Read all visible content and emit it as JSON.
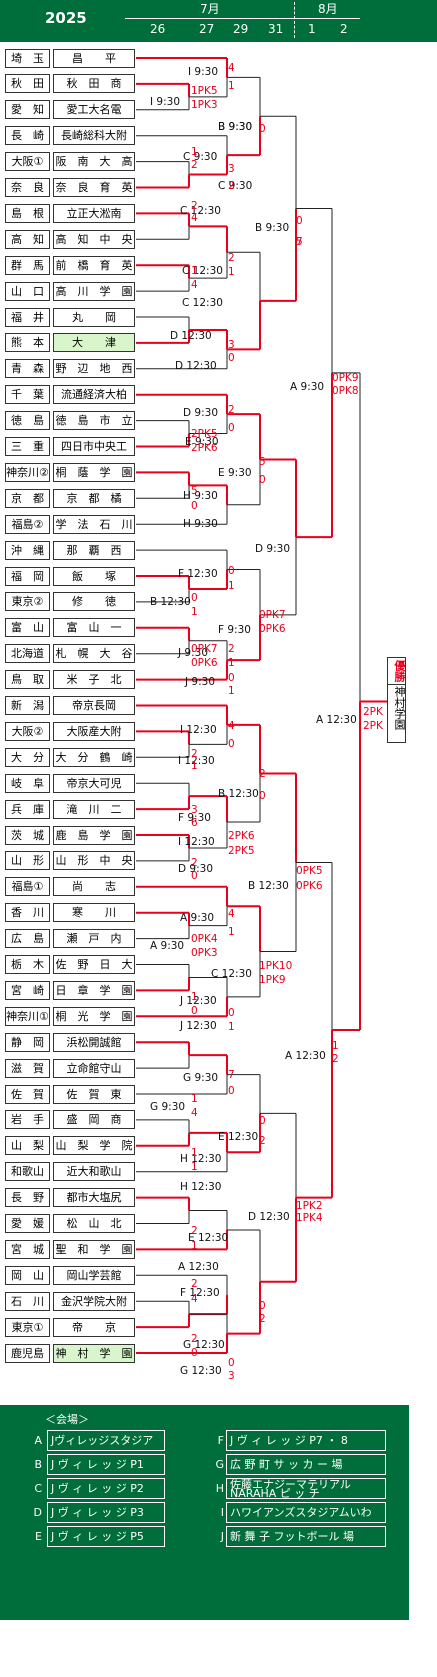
{
  "header": {
    "year": "2025",
    "month_july": "7月",
    "month_aug": "8月",
    "days": [
      "26",
      "27",
      "29",
      "31",
      "1",
      "2"
    ]
  },
  "colors": {
    "header_bg": "#006e3a",
    "line_red": "#e8001c",
    "winner_bg": "#d8f5cc"
  },
  "teams": [
    {
      "pref": "埼　玉",
      "school": "昌　　平",
      "win": false
    },
    {
      "pref": "秋　田",
      "school": "秋　田　商",
      "win": false
    },
    {
      "pref": "愛　知",
      "school": "愛工大名電",
      "win": false
    },
    {
      "pref": "長　崎",
      "school": "長崎総科大附",
      "win": false
    },
    {
      "pref": "大阪①",
      "school": "阪　南　大　高",
      "win": false
    },
    {
      "pref": "奈　良",
      "school": "奈　良　育　英",
      "win": false
    },
    {
      "pref": "島　根",
      "school": "立正大淞南",
      "win": false
    },
    {
      "pref": "高　知",
      "school": "高　知　中　央",
      "win": false
    },
    {
      "pref": "群　馬",
      "school": "前　橋　育　英",
      "win": false
    },
    {
      "pref": "山　口",
      "school": "高　川　学　園",
      "win": false
    },
    {
      "pref": "福　井",
      "school": "丸　　岡",
      "win": false
    },
    {
      "pref": "熊　本",
      "school": "大　　津",
      "win": true
    },
    {
      "pref": "青　森",
      "school": "野　辺　地　西",
      "win": false
    },
    {
      "pref": "千　葉",
      "school": "流通経済大柏",
      "win": false
    },
    {
      "pref": "徳　島",
      "school": "徳　島　市　立",
      "win": false
    },
    {
      "pref": "三　重",
      "school": "四日市中央工",
      "win": false
    },
    {
      "pref": "神奈川②",
      "school": "桐　蔭　学　園",
      "win": false
    },
    {
      "pref": "京　都",
      "school": "京　都　橘",
      "win": false
    },
    {
      "pref": "福島②",
      "school": "学　法　石　川",
      "win": false
    },
    {
      "pref": "沖　縄",
      "school": "那　覇　西",
      "win": false
    },
    {
      "pref": "福　岡",
      "school": "飯　　塚",
      "win": false
    },
    {
      "pref": "東京②",
      "school": "修　　徳",
      "win": false
    },
    {
      "pref": "富　山",
      "school": "富　山　一",
      "win": false
    },
    {
      "pref": "北海道",
      "school": "札　幌　大　谷",
      "win": false
    },
    {
      "pref": "鳥　取",
      "school": "米　子　北",
      "win": false
    },
    {
      "pref": "新　潟",
      "school": "帝京長岡",
      "win": false
    },
    {
      "pref": "大阪②",
      "school": "大阪産大附",
      "win": false
    },
    {
      "pref": "大　分",
      "school": "大　分　鶴　崎",
      "win": false
    },
    {
      "pref": "岐　阜",
      "school": "帝京大可児",
      "win": false
    },
    {
      "pref": "兵　庫",
      "school": "滝　川　二",
      "win": false
    },
    {
      "pref": "茨　城",
      "school": "鹿　島　学　園",
      "win": false
    },
    {
      "pref": "山　形",
      "school": "山　形　中　央",
      "win": false
    },
    {
      "pref": "福島①",
      "school": "尚　　志",
      "win": false
    },
    {
      "pref": "香　川",
      "school": "寒　　川",
      "win": false
    },
    {
      "pref": "広　島",
      "school": "瀬　戸　内",
      "win": false
    },
    {
      "pref": "栃　木",
      "school": "佐　野　日　大",
      "win": false
    },
    {
      "pref": "宮　崎",
      "school": "日　章　学　園",
      "win": false
    },
    {
      "pref": "神奈川①",
      "school": "桐　光　学　園",
      "win": false
    },
    {
      "pref": "静　岡",
      "school": "浜松開誠館",
      "win": false
    },
    {
      "pref": "滋　賀",
      "school": "立命館守山",
      "win": false
    },
    {
      "pref": "佐　賀",
      "school": "佐　賀　東",
      "win": false
    },
    {
      "pref": "岩　手",
      "school": "盛　岡　商",
      "win": false
    },
    {
      "pref": "山　梨",
      "school": "山　梨　学　院",
      "win": false
    },
    {
      "pref": "和歌山",
      "school": "近大和歌山",
      "win": false
    },
    {
      "pref": "長　野",
      "school": "都市大塩尻",
      "win": false
    },
    {
      "pref": "愛　媛",
      "school": "松　山　北",
      "win": false
    },
    {
      "pref": "宮　城",
      "school": "聖　和　学　園",
      "win": false
    },
    {
      "pref": "岡　山",
      "school": "岡山学芸館",
      "win": false
    },
    {
      "pref": "石　川",
      "school": "金沢学院大附",
      "win": false
    },
    {
      "pref": "東京①",
      "school": "帝　　京",
      "win": false
    },
    {
      "pref": "鹿児島",
      "school": "神　村　学　園",
      "win": true
    }
  ],
  "match_labels": [
    "I 9:30",
    "I 9:30",
    "B 9:30",
    "C 9:30",
    "C 12:30",
    "C 12:30",
    "C 12:30",
    "D 12:30",
    "D 12:30",
    "D 9:30",
    "E 9:30",
    "H 9:30",
    "H 9:30",
    "F 12:30",
    "B 12:30",
    "J 9:30",
    "J 9:30",
    "I 12:30",
    "I 12:30",
    "F 9:30",
    "I 12:30",
    "D 9:30",
    "A 9:30",
    "A 9:30",
    "J 12:30",
    "J 12:30",
    "G 9:30",
    "G 9:30",
    "H 12:30",
    "H 12:30",
    "E 12:30",
    "F 12:30",
    "G 12:30",
    "G 12:30",
    "B 9:30",
    "C 9:30",
    "E 9:30",
    "F 9:30",
    "B 12:30",
    "C 12:30",
    "E 12:30",
    "A 12:30",
    "B 9:30",
    "D 9:30",
    "B 12:30",
    "D 12:30",
    "A 9:30",
    "A 12:30",
    "A 12:30"
  ],
  "scores": [
    "4",
    "1",
    "1PK5",
    "1PK3",
    "1",
    "2",
    "2",
    "4",
    "2",
    "1",
    "3",
    "2",
    "1",
    "4",
    "3",
    "0",
    "2",
    "0",
    "2PK5",
    "2PK6",
    "5",
    "0",
    "0",
    "1",
    "0",
    "1",
    "2",
    "1",
    "0PK7",
    "0PK6",
    "0",
    "1",
    "4",
    "0",
    "2",
    "1",
    "3",
    "6",
    "2",
    "0",
    "4",
    "1",
    "0PK4",
    "0PK3",
    "1",
    "0",
    "0",
    "1",
    "7",
    "0",
    "1",
    "4",
    "1",
    "1",
    "2",
    "1",
    "2",
    "4",
    "2",
    "0",
    "3",
    "0",
    "0",
    "7",
    "5",
    "0",
    "2PK6",
    "2PK5",
    "1PK10",
    "1PK9",
    "0",
    "2",
    "0",
    "2",
    "2",
    "0",
    "0PK7",
    "0PK6",
    "0PK5",
    "0PK6",
    "1PK2",
    "1PK4",
    "0",
    "5",
    "0PK9",
    "0PK8",
    "1",
    "2",
    "2PK",
    "2PK"
  ],
  "champion": {
    "label": "優勝",
    "name": "神村学園"
  },
  "venues": {
    "title": "＜会場＞",
    "items": [
      {
        "key": "A",
        "name": "Jヴィレッジスタジアム"
      },
      {
        "key": "B",
        "name": "J ヴ ィ レ ッ ジ P1"
      },
      {
        "key": "C",
        "name": "J ヴ ィ レ ッ ジ P2"
      },
      {
        "key": "D",
        "name": "J ヴ ィ レ ッ ジ P3"
      },
      {
        "key": "E",
        "name": "J ヴ ィ レ ッ ジ P5"
      },
      {
        "key": "F",
        "name": "J ヴ ィ レ ッ ジ P7 ・ 8"
      },
      {
        "key": "G",
        "name": "広 野 町 サ ッ カ ー 場"
      },
      {
        "key": "H",
        "name": "佐藤エナジーマテリアル NARAHA ピ ッ チ"
      },
      {
        "key": "I",
        "name": "ハワイアンズスタジアムいわき"
      },
      {
        "key": "J",
        "name": "新 舞 子 フットボール 場"
      }
    ]
  }
}
